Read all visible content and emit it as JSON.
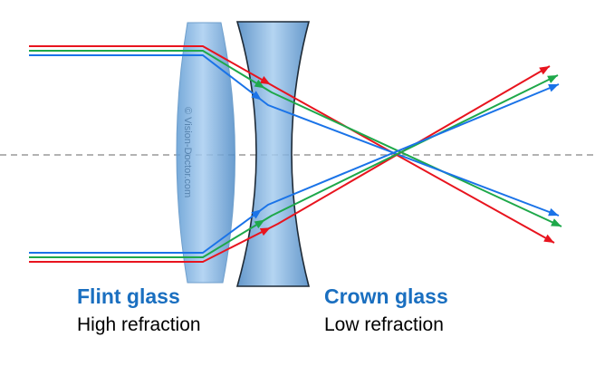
{
  "colors": {
    "red": "#e8141e",
    "green": "#1ea84a",
    "blue": "#1a73e8",
    "title": "#1a6fc0",
    "lens_fill": "#7eb3e2",
    "lens_edge": "#1e2a36",
    "axis": "#9a9a9a"
  },
  "watermark": "© Vision-Doctor.com",
  "lenses": [
    {
      "type": "biconvex",
      "material": "Flint glass",
      "refraction": "High refraction"
    },
    {
      "type": "biconcave",
      "material": "Crown glass",
      "refraction": "Low refraction"
    }
  ],
  "labels": {
    "flint_title": "Flint glass",
    "flint_sub": "High refraction",
    "crown_title": "Crown glass",
    "crown_sub": "Low refraction"
  }
}
